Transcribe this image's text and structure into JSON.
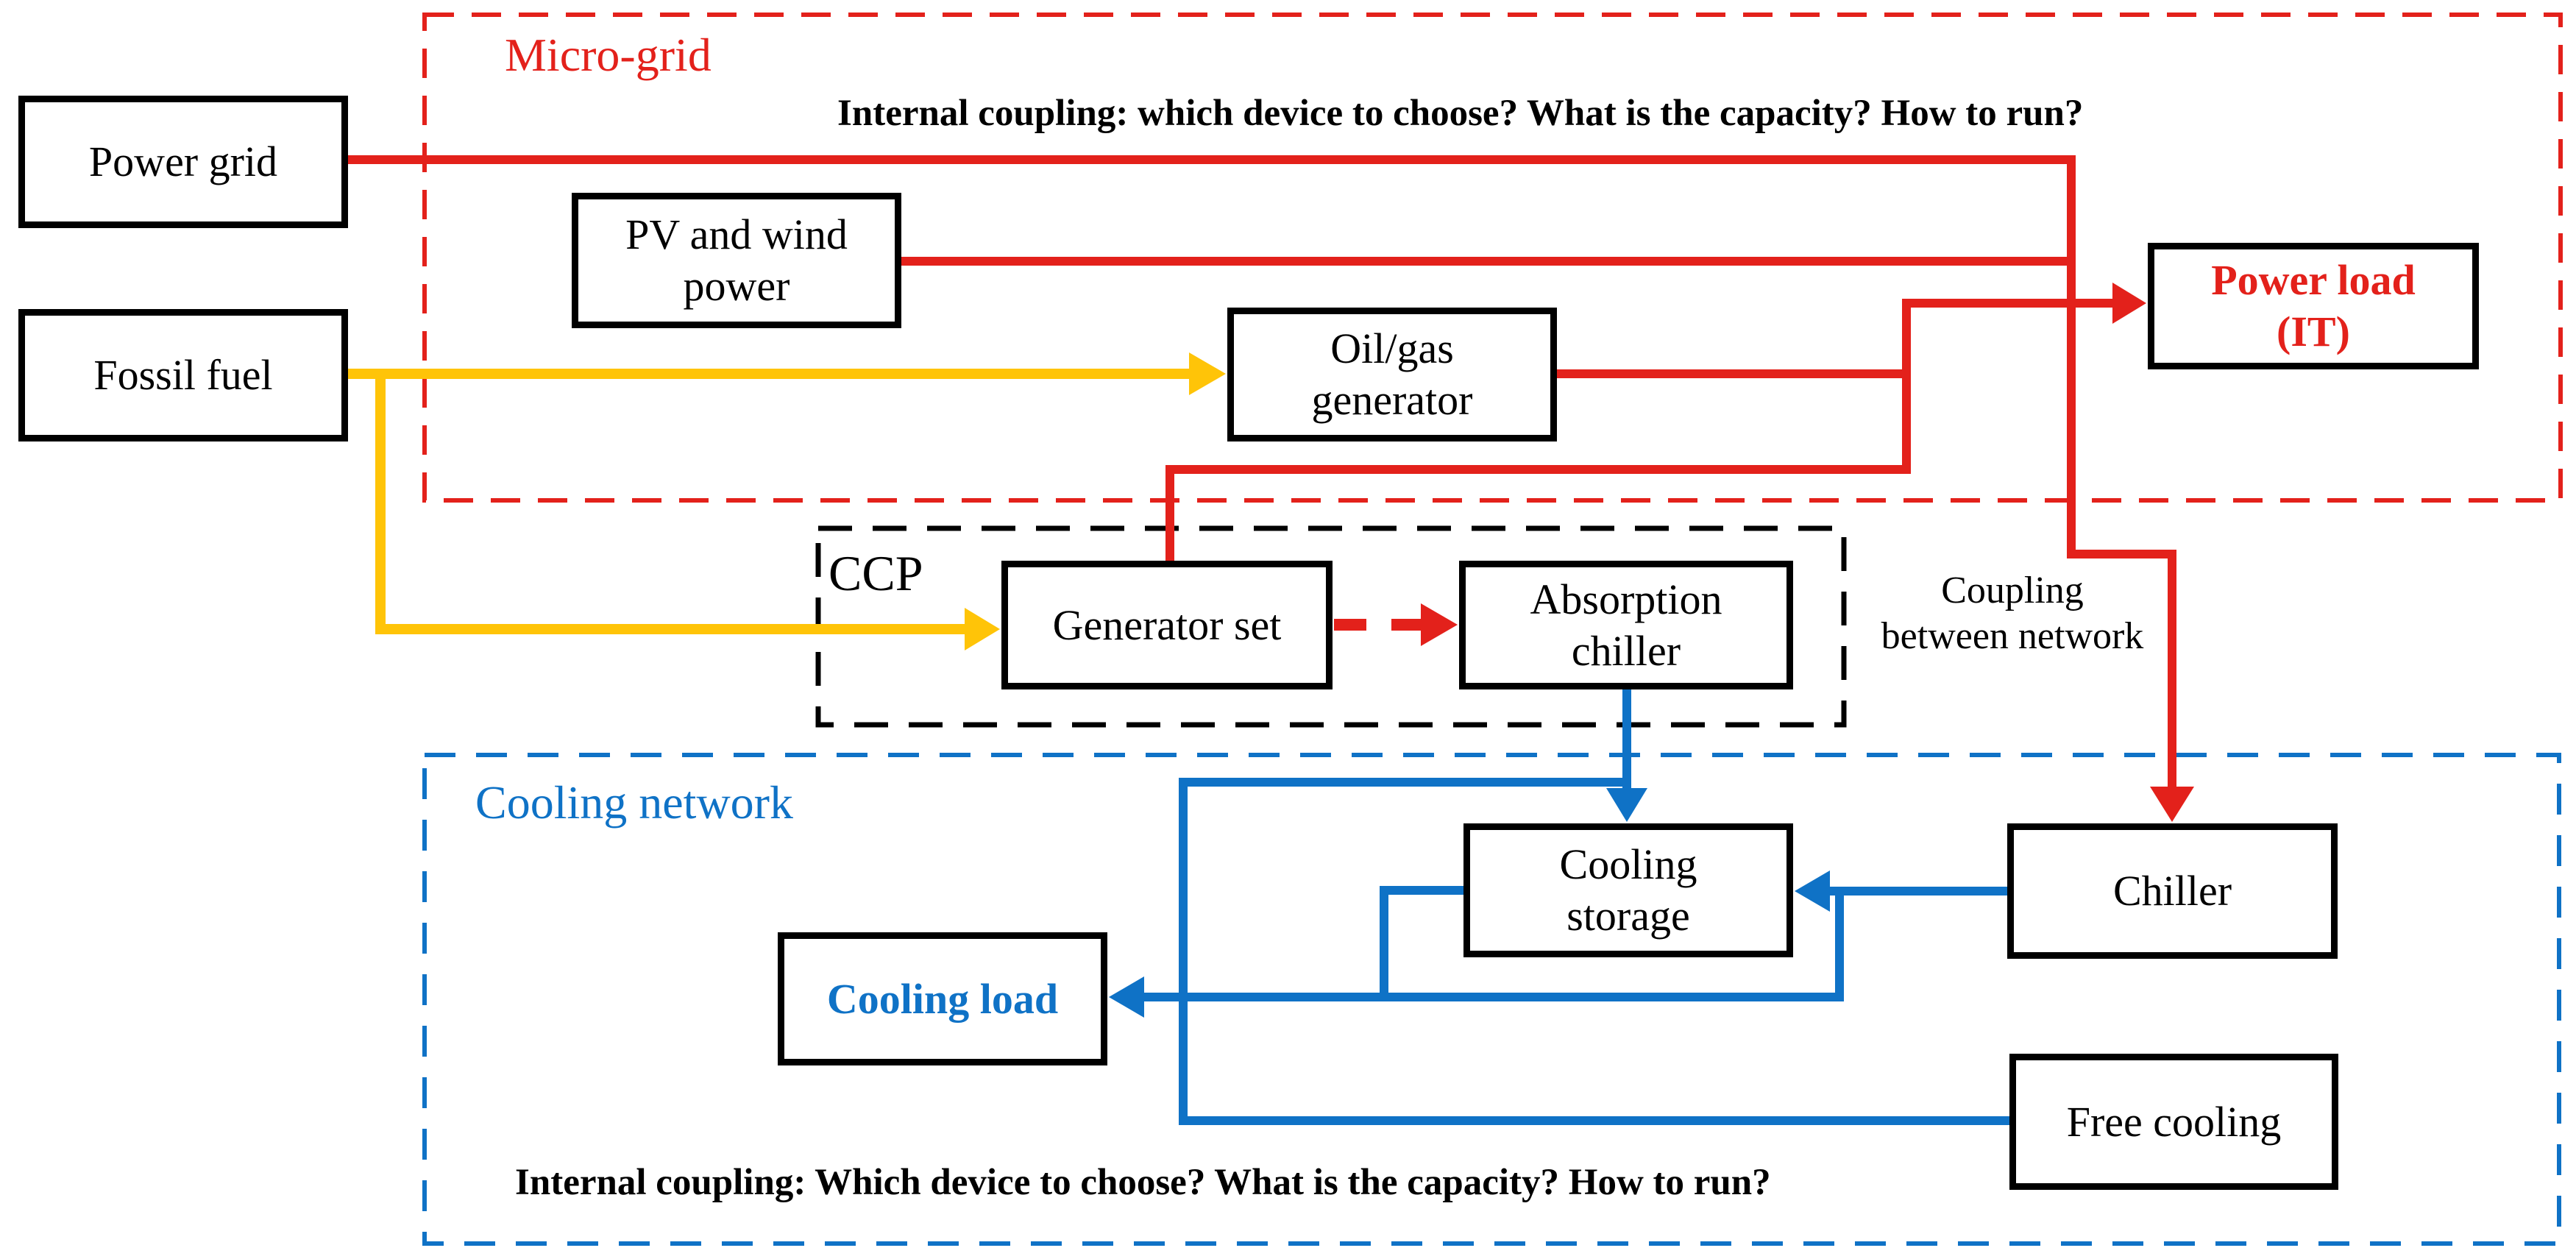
{
  "colors": {
    "red": "#e3211b",
    "yellow": "#ffc408",
    "blue": "#0f72c6",
    "ink": "#000000"
  },
  "containers": {
    "micro_grid": {
      "label": "Micro-grid"
    },
    "ccp": {
      "label": "CCP"
    },
    "cooling_network": {
      "label": "Cooling network"
    }
  },
  "annotations": {
    "micro_grid_note": "Internal coupling: which device to choose? What is the capacity? How to run?",
    "cooling_note": "Internal coupling: Which device to choose? What is the capacity? How to run?",
    "coupling_between": "Coupling\nbetween network"
  },
  "nodes": {
    "power_grid": {
      "label": "Power grid"
    },
    "fossil_fuel": {
      "label": "Fossil fuel"
    },
    "pv_wind": {
      "label": "PV and wind\npower"
    },
    "oil_gas_generator": {
      "label": "Oil/gas\ngenerator"
    },
    "power_load": {
      "label": "Power load\n(IT)"
    },
    "generator_set": {
      "label": "Generator set"
    },
    "absorption_chiller": {
      "label": "Absorption\nchiller"
    },
    "cooling_storage": {
      "label": "Cooling\nstorage"
    },
    "chiller": {
      "label": "Chiller"
    },
    "cooling_load": {
      "label": "Cooling load"
    },
    "free_cooling": {
      "label": "Free cooling"
    }
  }
}
